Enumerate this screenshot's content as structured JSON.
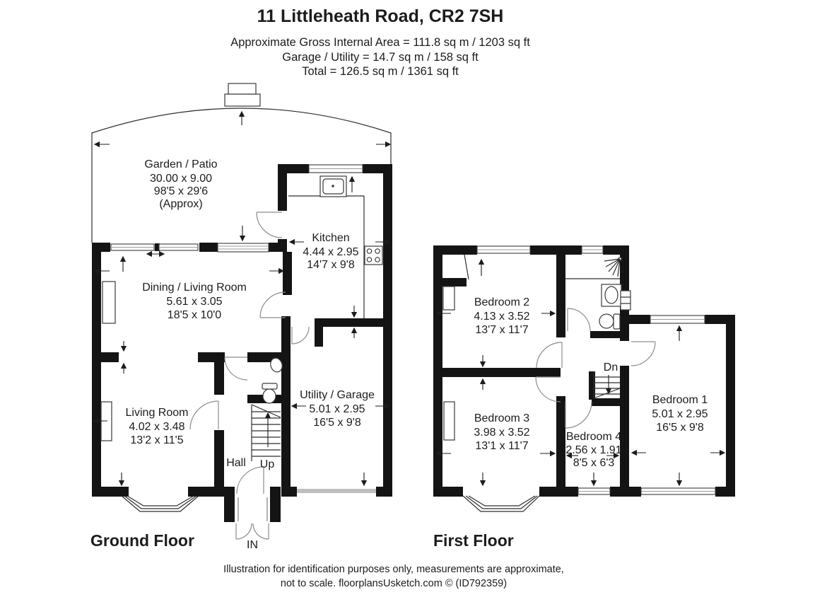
{
  "header": {
    "title": "11 Littleheath Road, CR2 7SH",
    "line1": "Approximate Gross Internal Area = 111.8 sq m / 1203 sq ft",
    "line2": "Garage / Utility = 14.7 sq m / 158 sq ft",
    "line3": "Total = 126.5 sq m / 1361 sq ft"
  },
  "ground_floor": {
    "label": "Ground Floor",
    "labels": {
      "hall": "Hall",
      "up": "Up",
      "in": "IN"
    },
    "rooms": {
      "garden": {
        "name": "Garden / Patio",
        "metric": "30.00 x 9.00",
        "imperial": "98'5 x 29'6",
        "note": "(Approx)"
      },
      "kitchen": {
        "name": "Kitchen",
        "metric": "4.44 x 2.95",
        "imperial": "14'7 x 9'8"
      },
      "dining_living": {
        "name": "Dining / Living Room",
        "metric": "5.61 x 3.05",
        "imperial": "18'5 x 10'0"
      },
      "living": {
        "name": "Living Room",
        "metric": "4.02 x 3.48",
        "imperial": "13'2 x 11'5"
      },
      "utility_garage": {
        "name": "Utility / Garage",
        "metric": "5.01 x 2.95",
        "imperial": "16'5 x 9'8"
      }
    }
  },
  "first_floor": {
    "label": "First Floor",
    "labels": {
      "dn": "Dn"
    },
    "rooms": {
      "bedroom1": {
        "name": "Bedroom 1",
        "metric": "5.01 x 2.95",
        "imperial": "16'5 x 9'8"
      },
      "bedroom2": {
        "name": "Bedroom 2",
        "metric": "4.13 x 3.52",
        "imperial": "13'7 x 11'7"
      },
      "bedroom3": {
        "name": "Bedroom 3",
        "metric": "3.98 x 3.52",
        "imperial": "13'1 x 11'7"
      },
      "bedroom4": {
        "name": "Bedroom 4",
        "metric": "2.56 x 1.91",
        "imperial": "8'5 x 6'3"
      }
    }
  },
  "footer": {
    "line1": "Illustration for identification purposes only, measurements are approximate,",
    "line2": "not to scale. floorplansUsketch.com © (ID792359)"
  },
  "colors": {
    "wall": "#141414",
    "garage_door": "#bfbfbf",
    "text": "#1c1c1c"
  }
}
